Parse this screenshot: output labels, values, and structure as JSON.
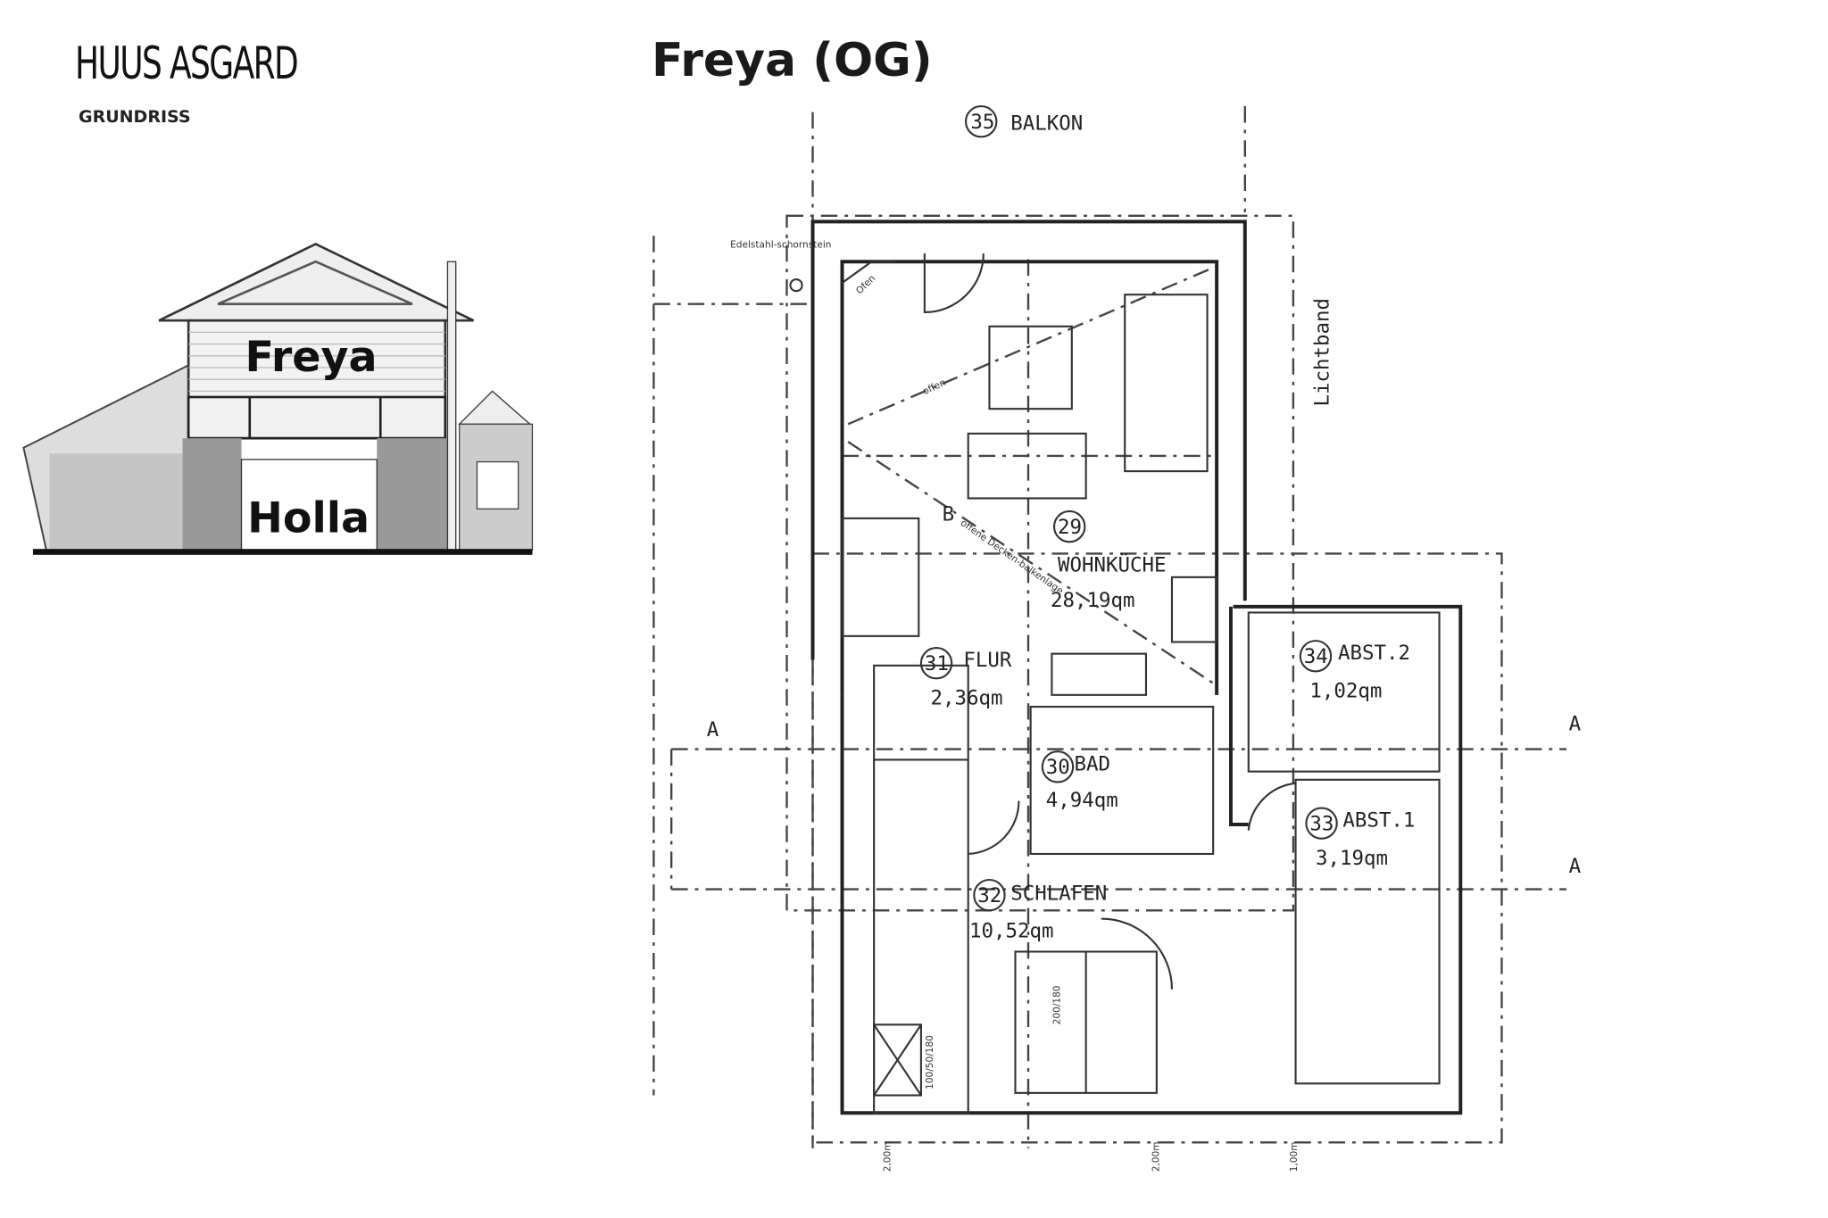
{
  "header": {
    "brand": "HUUS ASGARD",
    "subtitle": "GRUNDRISS",
    "title": "Freya (OG)"
  },
  "elevation": {
    "upper_label": "Freya",
    "lower_label": "Holla"
  },
  "plan": {
    "balcony": {
      "num": "35",
      "name": "BALKON"
    },
    "rooms": [
      {
        "num": "29",
        "name": "WOHNKÜCHE",
        "area": "28,19qm"
      },
      {
        "num": "31",
        "name": "FLUR",
        "area": "2,36qm"
      },
      {
        "num": "30",
        "name": "BAD",
        "area": "4,94qm"
      },
      {
        "num": "32",
        "name": "SCHLAFEN",
        "area": "10,52qm"
      },
      {
        "num": "34",
        "name": "ABST.2",
        "area": "1,02qm"
      },
      {
        "num": "33",
        "name": "ABST.1",
        "area": "3,19qm"
      }
    ],
    "annotations": {
      "lichtband": "Lichtband",
      "chimney": "Edelstahl-schornstein",
      "oven": "Ofen",
      "open": "offen",
      "beams": "offene Decken-balkenlage",
      "section_b": "B",
      "section_a": "A",
      "bed": "200/180",
      "wardrobe": "100/50/180"
    },
    "dimensions": [
      "2,00m",
      "2,00m",
      "1,00m"
    ]
  }
}
